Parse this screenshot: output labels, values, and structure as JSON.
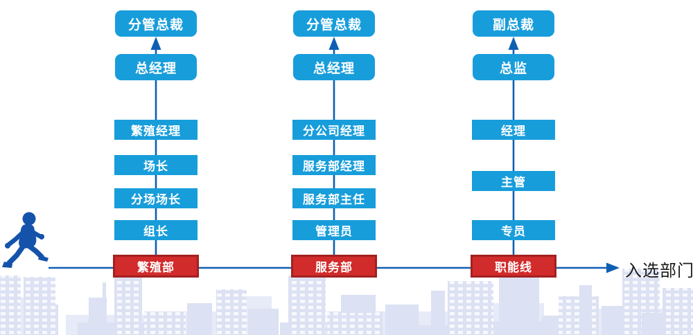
{
  "diagram": {
    "axis_label": "入选部门",
    "columns": [
      {
        "name": "breeding-line",
        "executive_boxes": [
          "分管总裁",
          "总经理"
        ],
        "ladder_boxes": [
          "繁殖经理",
          "场长",
          "分场场长",
          "组长"
        ],
        "department": "繁殖部"
      },
      {
        "name": "service-line",
        "executive_boxes": [
          "分管总裁",
          "总经理"
        ],
        "ladder_boxes": [
          "分公司经理",
          "服务部经理",
          "服务部主任",
          "管理员"
        ],
        "department": "服务部"
      },
      {
        "name": "functional-line",
        "executive_boxes": [
          "副总裁",
          "总监"
        ],
        "ladder_boxes": [
          "经理",
          "主管",
          "专员"
        ],
        "department": "职能线"
      }
    ],
    "icons": {
      "person": "walking-person-icon",
      "up_arrow": "up-arrow-icon",
      "right_arrow": "right-arrow-icon"
    },
    "colors": {
      "box_blue": "#189DDB",
      "line_blue": "#0E5FB2",
      "dept_red_fill": "#D22B2B",
      "dept_red_border": "#A32121",
      "person_blue": "#1553AB",
      "axis_label_text": "#1A1A1A",
      "skyline": "#DCE1F3",
      "box_text": "#FFFFFF"
    }
  }
}
